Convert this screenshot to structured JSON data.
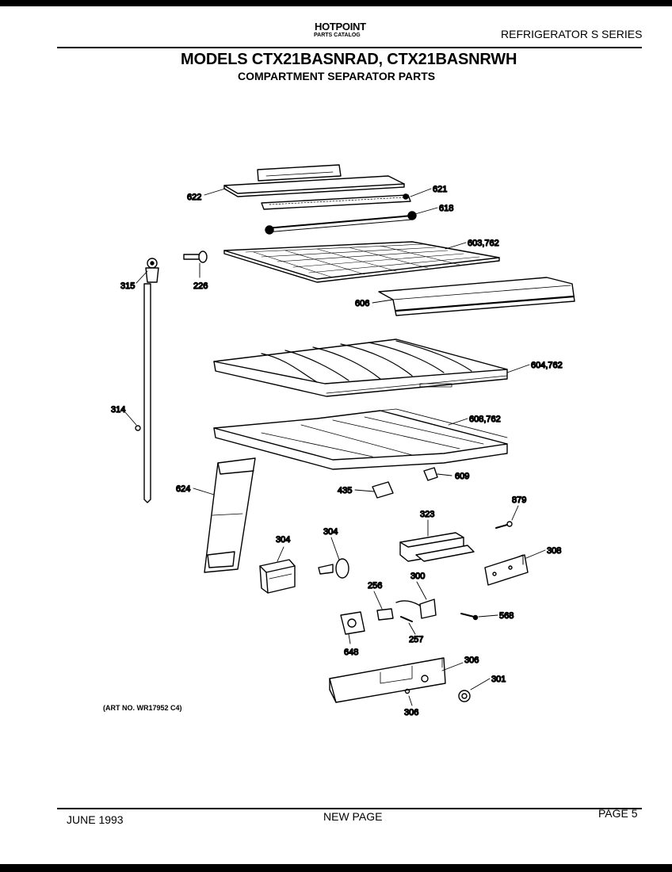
{
  "header": {
    "brand": "HOTPOINT",
    "catalog": "PARTS CATALOG",
    "series": "REFRIGERATOR S SERIES",
    "title": "MODELS CTX21BASNRAD, CTX21BASNRWH",
    "subtitle": "COMPARTMENT SEPARATOR PARTS"
  },
  "callouts": {
    "c622": "622",
    "c621": "621",
    "c618": "618",
    "c603": "603,762",
    "c315": "315",
    "c226": "226",
    "c606": "606",
    "c604": "604,762",
    "c314": "314",
    "c608": "608,762",
    "c609": "609",
    "c624": "624",
    "c435": "435",
    "c879": "879",
    "c323": "323",
    "c304a": "304",
    "c304b": "304",
    "c308": "308",
    "c300": "300",
    "c256": "256",
    "c568": "568",
    "c257": "257",
    "c648": "648",
    "c306a": "306",
    "c301": "301",
    "c306b": "306"
  },
  "art_number": "(ART NO. WR17952 C4)",
  "footer": {
    "date": "JUNE 1993",
    "note": "NEW PAGE",
    "page": "PAGE 5"
  }
}
